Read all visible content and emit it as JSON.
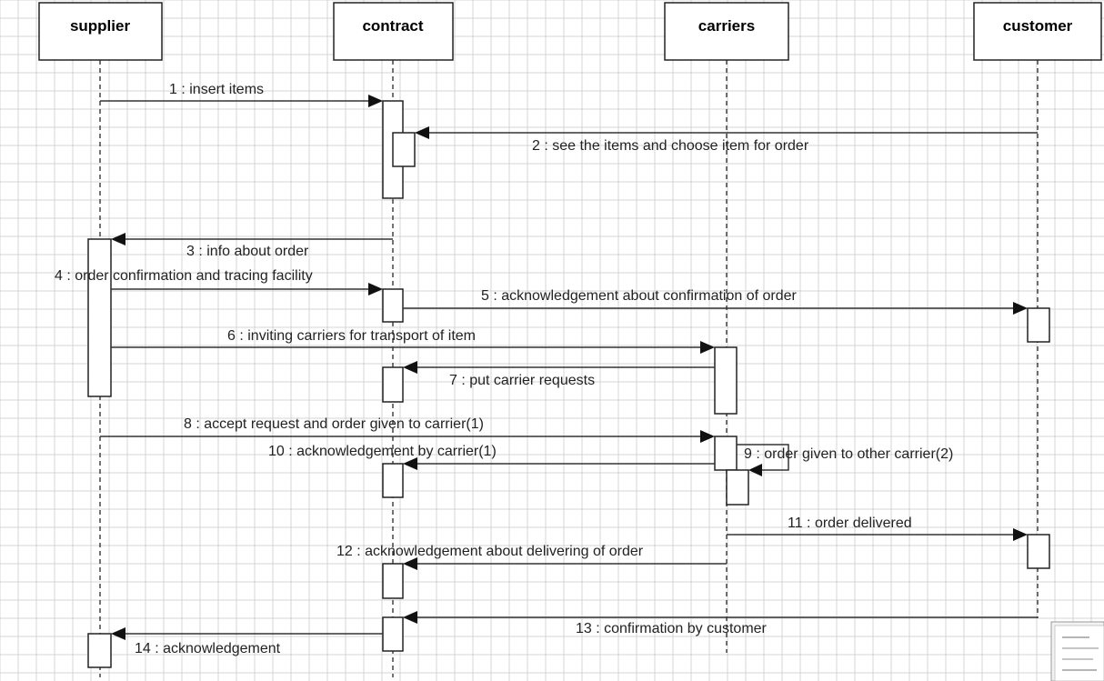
{
  "participants": [
    {
      "id": "supplier",
      "label": "supplier"
    },
    {
      "id": "contract",
      "label": "contract"
    },
    {
      "id": "carriers",
      "label": "carriers"
    },
    {
      "id": "customer",
      "label": "customer"
    }
  ],
  "messages": [
    {
      "num": 1,
      "label": "1 : insert items"
    },
    {
      "num": 2,
      "label": "2 : see the items and choose item for order"
    },
    {
      "num": 3,
      "label": "3 : info about order"
    },
    {
      "num": 4,
      "label": "4 : order confirmation and tracing facility"
    },
    {
      "num": 5,
      "label": "5 : acknowledgement about confirmation of order"
    },
    {
      "num": 6,
      "label": "6 : inviting carriers for transport of item"
    },
    {
      "num": 7,
      "label": "7 : put carrier requests"
    },
    {
      "num": 8,
      "label": "8 : accept request and order given to carrier(1)"
    },
    {
      "num": 9,
      "label": "9 : order given to other carrier(2)"
    },
    {
      "num": 10,
      "label": "10 : acknowledgement by carrier(1)"
    },
    {
      "num": 11,
      "label": "11 : order delivered"
    },
    {
      "num": 12,
      "label": "12 : acknowledgement about delivering of order"
    },
    {
      "num": 13,
      "label": "13 : confirmation by customer"
    },
    {
      "num": 14,
      "label": "14 : acknowledgement"
    }
  ]
}
